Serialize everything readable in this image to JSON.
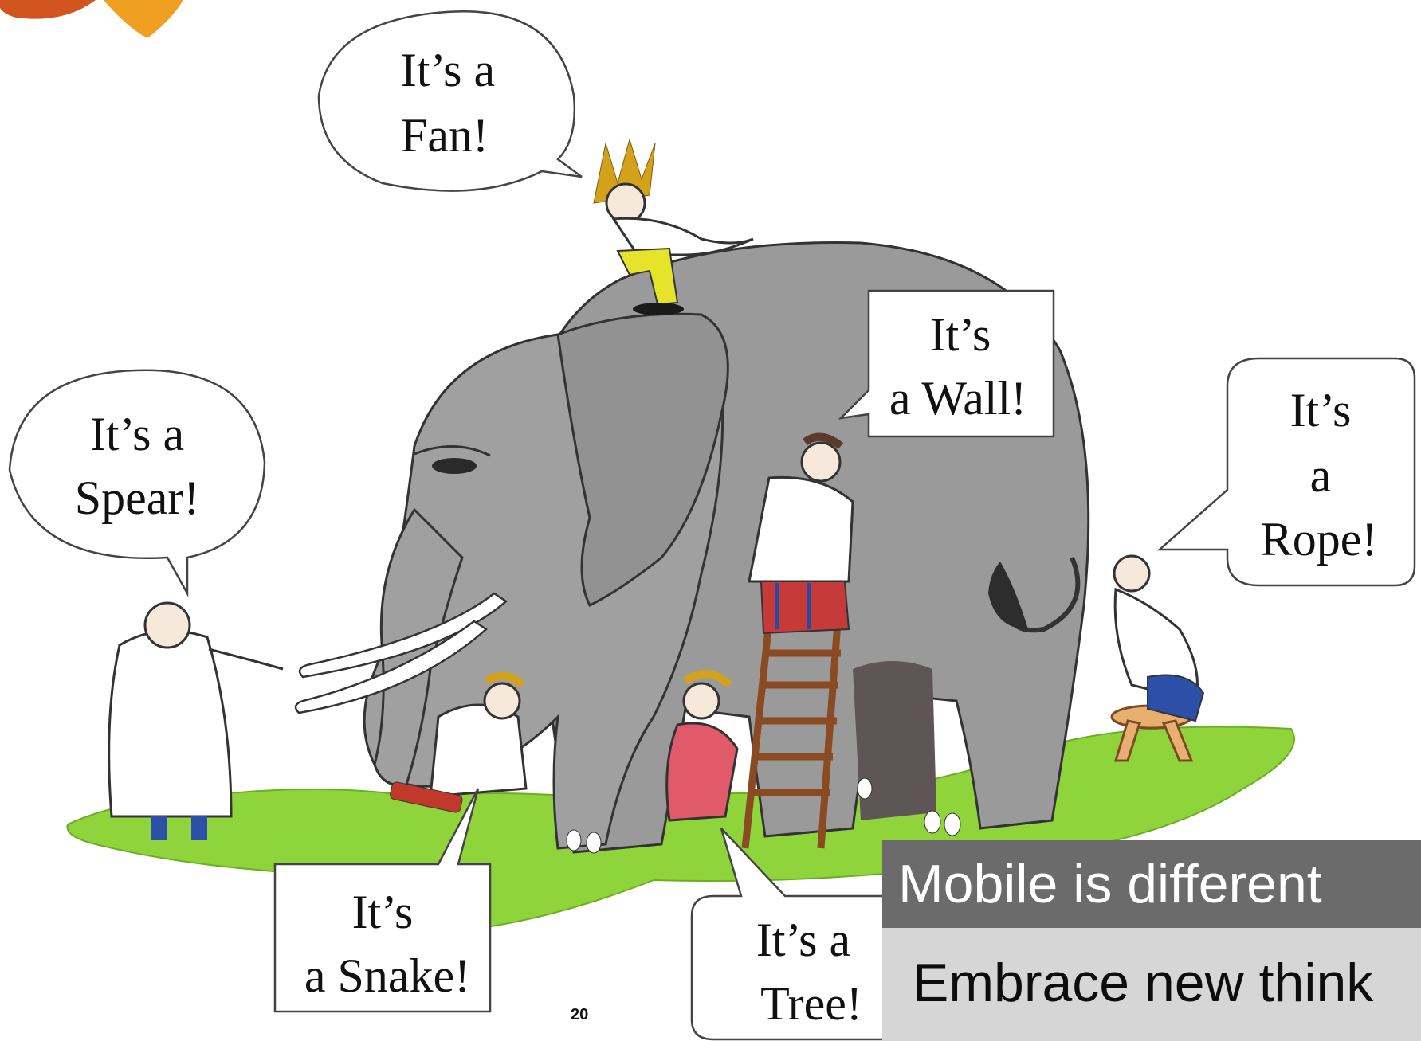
{
  "bubbles": {
    "fan": [
      "It’s a",
      "Fan!"
    ],
    "spear": [
      "It’s a",
      "Spear!"
    ],
    "wall": [
      "It’s",
      "a Wall!"
    ],
    "rope": [
      "It’s",
      "a",
      "Rope!"
    ],
    "snake": [
      "It’s",
      "a Snake!"
    ],
    "tree": [
      "It’s a",
      "Tree!"
    ]
  },
  "slide_number": "20",
  "captions": {
    "primary": "Mobile is different",
    "secondary": "Embrace new think"
  },
  "colors": {
    "elephant": "#9a9a9a",
    "grass": "#8fd43a",
    "caption_dark": "#6b6b6b",
    "caption_light": "#d6d6d6"
  }
}
